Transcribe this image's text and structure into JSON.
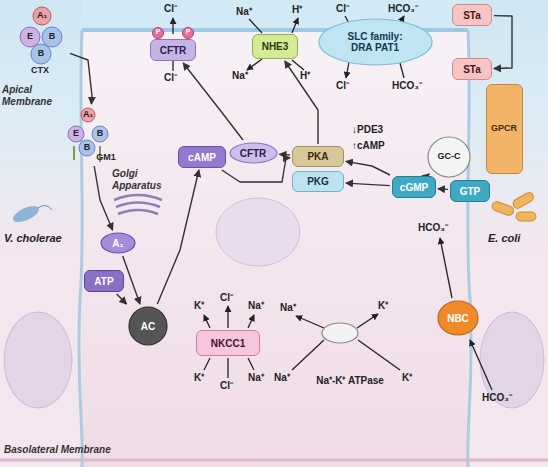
{
  "diagram": {
    "nodes": [
      {
        "text": [
          "A₁",
          "E",
          "B",
          "B",
          "CTX"
        ]
      },
      {
        "text": [
          "CFTR"
        ]
      },
      {
        "text": [
          "NHE3"
        ]
      },
      {
        "text": [
          "SLC family: DRA PAT1"
        ]
      },
      {
        "text": [
          "STa"
        ]
      },
      {
        "text": [
          "A₁",
          "E",
          "B",
          "B",
          "GM1"
        ]
      },
      {
        "text": [
          "STa"
        ]
      },
      {
        "text": [
          "GPCR"
        ]
      },
      {
        "text": [
          "GC-C"
        ]
      },
      {
        "text": [
          "cGMP"
        ]
      },
      {
        "text": [
          "GTP"
        ]
      },
      {
        "text": [
          "cAMP"
        ]
      },
      {
        "text": [
          "CFTR"
        ]
      },
      {
        "text": [
          "PKA"
        ]
      },
      {
        "text": [
          "PKG"
        ]
      },
      {
        "text": [
          "A₁"
        ]
      },
      {
        "text": [
          "ATP"
        ]
      },
      {
        "text": [
          "AC"
        ]
      },
      {
        "text": [
          "NKCC1"
        ]
      },
      {
        "text": [
          "Na⁺-K⁺ ATPase"
        ]
      },
      {
        "text": [
          "NBC"
        ]
      }
    ],
    "edges": [
      {
        "from": 0,
        "to": 5,
        "arrow": "to"
      },
      {
        "from": 5,
        "to": 15,
        "arrow": "to"
      },
      {
        "from": 15,
        "to": 17,
        "arrow": "to"
      },
      {
        "from": 16,
        "to": 17,
        "arrow": "to"
      },
      {
        "from": 17,
        "to": 11,
        "arrow": "to"
      },
      {
        "from": 11,
        "to": 13,
        "arrow": "to"
      },
      {
        "from": 13,
        "to": 12,
        "arrow": "to"
      },
      {
        "from": 12,
        "to": 1,
        "arrow": "to"
      },
      {
        "from": 13,
        "to": 2,
        "arrow": "to"
      },
      {
        "from": 9,
        "to": 13,
        "arrow": "to"
      },
      {
        "from": 9,
        "to": 14,
        "arrow": "to"
      },
      {
        "from": 8,
        "to": 9,
        "arrow": "to"
      },
      {
        "from": 10,
        "to": 9,
        "arrow": "to"
      },
      {
        "from": 4,
        "to": 6,
        "arrow": "to"
      }
    ],
    "labels": [
      "V. cholerae",
      "E. coli",
      "Apical Membrane",
      "Basolateral Membrane",
      "Golgi Apparatus",
      "↓PDE3",
      "↑cAMP",
      "Cl⁻",
      "Cl⁻",
      "Na⁺",
      "H⁺",
      "Na⁺",
      "H⁺",
      "Cl⁻",
      "HCO₃⁻",
      "Cl⁻",
      "HCO₃⁻",
      "HCO₃⁻",
      "HCO₃⁻",
      "K⁺",
      "Cl⁻",
      "Na⁺",
      "K⁺",
      "Cl⁻",
      "Na⁺",
      "Na⁺",
      "K⁺",
      "Na⁺",
      "K⁺",
      "P",
      "P"
    ]
  }
}
